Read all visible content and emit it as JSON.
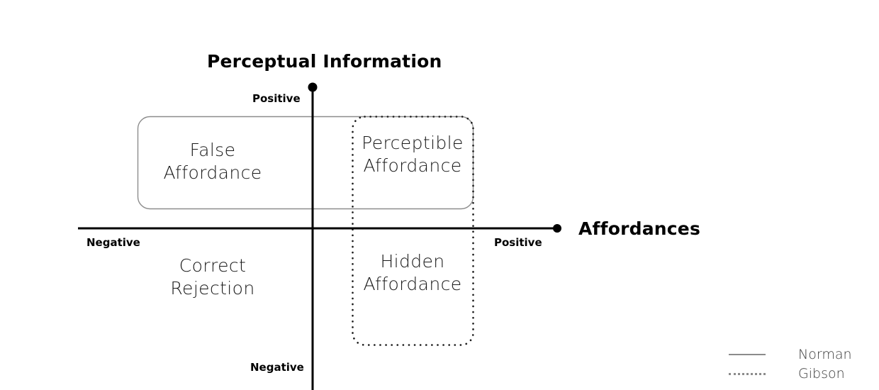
{
  "chart_data": {
    "type": "scatter",
    "title": "",
    "xlabel": "Affordances",
    "ylabel": "Perceptual Information",
    "x_ticks": [
      "Negative",
      "Positive"
    ],
    "y_ticks": [
      "Negative",
      "Positive"
    ],
    "grid": false,
    "legend_position": "bottom-right",
    "quadrants": [
      {
        "id": "false-affordance",
        "label": "False\nAffordance",
        "x": "negative",
        "y": "positive",
        "group": "Norman"
      },
      {
        "id": "perceptible-affordance",
        "label": "Perceptible\nAffordance",
        "x": "positive",
        "y": "positive",
        "group": "Norman + Gibson"
      },
      {
        "id": "correct-rejection",
        "label": "Correct\nRejection",
        "x": "negative",
        "y": "negative",
        "group": "none"
      },
      {
        "id": "hidden-affordance",
        "label": "Hidden\nAffordance",
        "x": "positive",
        "y": "negative",
        "group": "Gibson"
      }
    ],
    "series": [
      {
        "name": "Norman",
        "style": "solid",
        "color": "#8c8c8c",
        "covers": [
          "False Affordance",
          "Perceptible Affordance"
        ]
      },
      {
        "name": "Gibson",
        "style": "dotted",
        "color": "#8c8c8c",
        "covers": [
          "Perceptible Affordance",
          "Hidden Affordance"
        ]
      }
    ]
  },
  "axes": {
    "vertical": {
      "title": "Perceptual Information",
      "positive_label": "Positive",
      "negative_label": "Negative"
    },
    "horizontal": {
      "title": "Affordances",
      "positive_label": "Positive",
      "negative_label": "Negative"
    }
  },
  "quadrants": {
    "false_affordance": "False\nAffordance",
    "perceptible_affordance": "Perceptible\nAffordance",
    "correct_rejection": "Correct\nRejection",
    "hidden_affordance": "Hidden\nAffordance"
  },
  "legend": {
    "items": [
      {
        "label": "Norman",
        "style": "solid"
      },
      {
        "label": "Gibson",
        "style": "dotted"
      }
    ]
  },
  "colors": {
    "axis": "#000000",
    "norman_box": "#8c8c8c",
    "gibson_box": "#1a1a1a",
    "legend_line": "#8c8c8c",
    "label_text": "#1a1a1a",
    "legend_text": "#3a3a3a",
    "background": "#ffffff"
  }
}
